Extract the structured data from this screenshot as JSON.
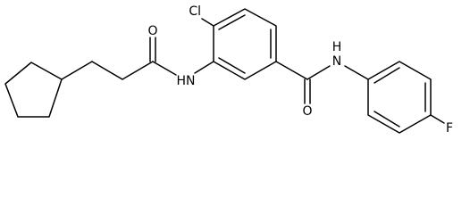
{
  "molecule": {
    "atoms": {
      "chlorine": "Cl",
      "amide_oxygen_left": "O",
      "amide_nitrogen_left": "HN",
      "amide_oxygen_right": "O",
      "amide_nitrogen_right": "N",
      "amide_nitrogen_right_h": "H",
      "fluorine": "F"
    },
    "colors": {
      "bond": "#000000",
      "label": "#000000",
      "background": "#ffffff"
    }
  }
}
